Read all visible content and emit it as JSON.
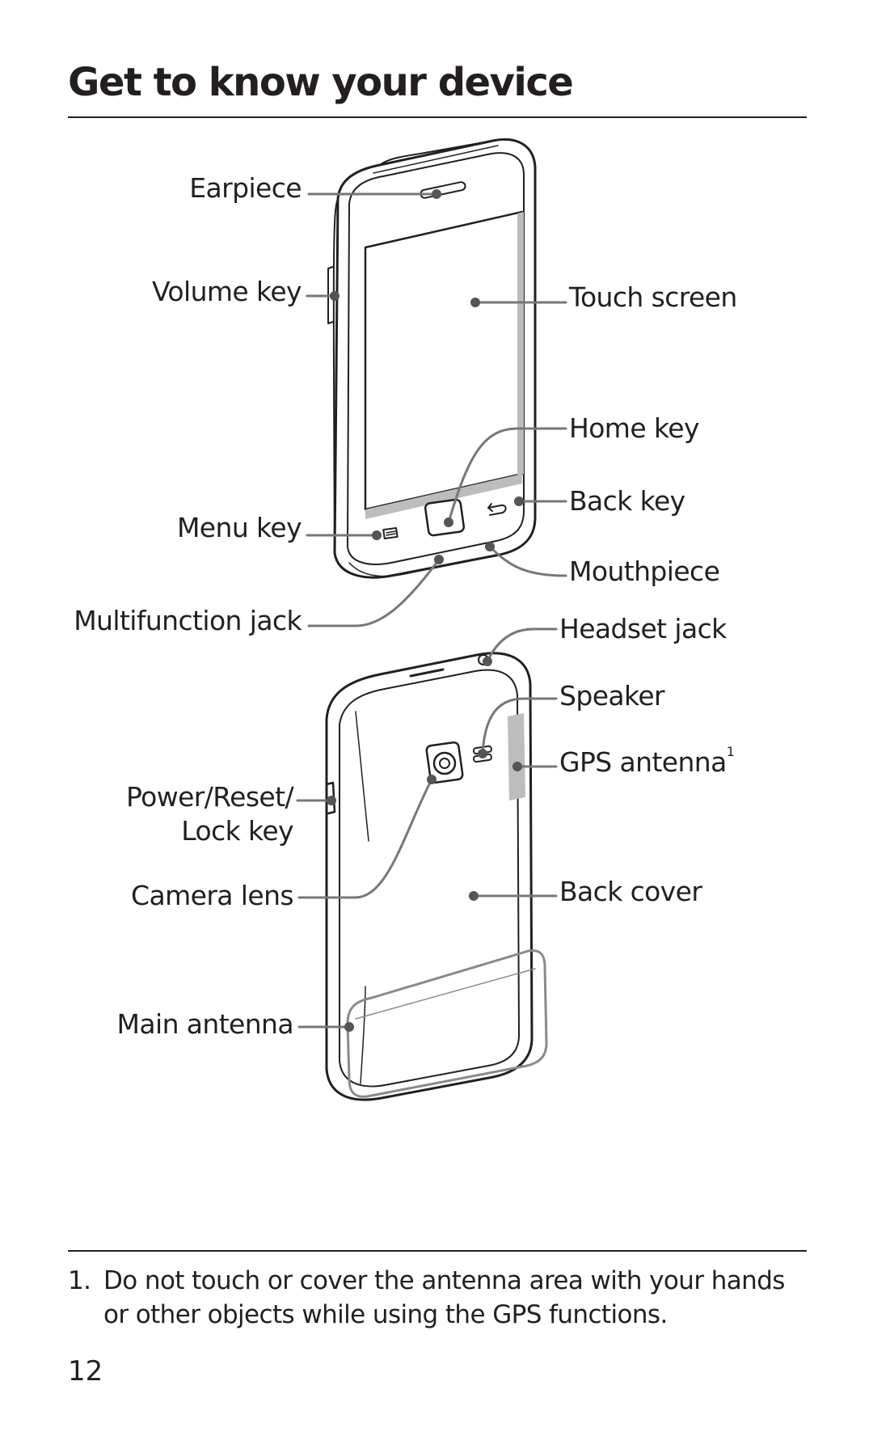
{
  "page": {
    "title": "Get to know your device",
    "page_number": "12"
  },
  "front_labels": {
    "earpiece": "Earpiece",
    "volume_key": "Volume key",
    "touch_screen": "Touch screen",
    "home_key": "Home key",
    "back_key": "Back key",
    "menu_key": "Menu key",
    "mouthpiece": "Mouthpiece",
    "multifunction_jack": "Multifunction jack"
  },
  "back_labels": {
    "headset_jack": "Headset jack",
    "speaker": "Speaker",
    "gps_antenna": "GPS antenna",
    "gps_antenna_note": "1",
    "power_reset_lock_line1": "Power/Reset/",
    "power_reset_lock_line2": "Lock key",
    "camera_lens": "Camera lens",
    "back_cover": "Back cover",
    "main_antenna": "Main antenna"
  },
  "footnote": {
    "number": "1.",
    "text": "Do not touch or cover the antenna area with your hands or other objects while using the GPS functions."
  }
}
